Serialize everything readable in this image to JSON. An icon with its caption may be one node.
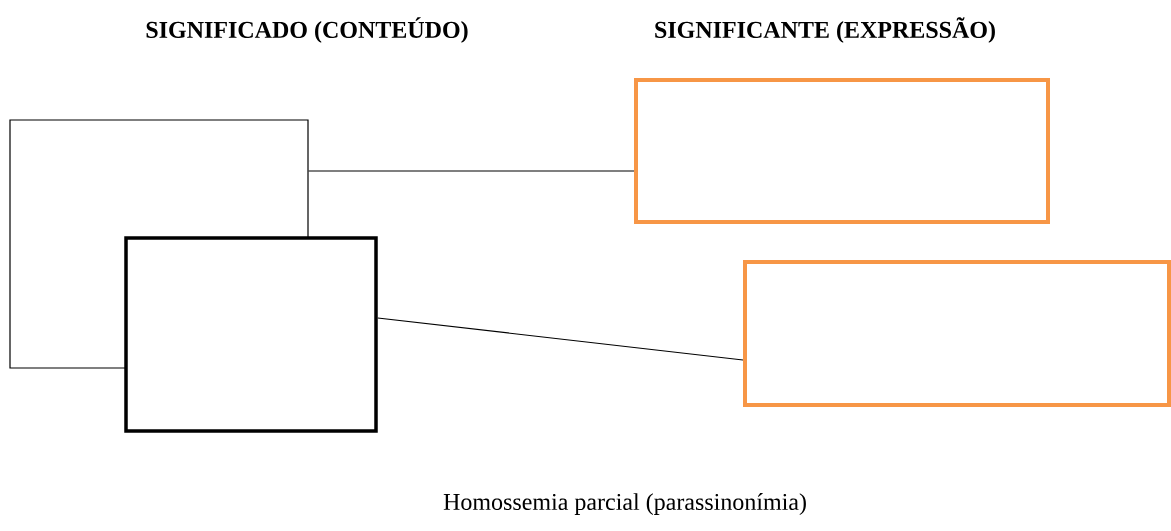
{
  "diagram": {
    "caption": "Homossemia parcial (parassinonímia)",
    "nodes": [
      {
        "text": [],
        "shape": "box"
      },
      {
        "text": [],
        "shape": "box"
      },
      {
        "text": [],
        "shape": "box"
      },
      {
        "text": [],
        "shape": "box"
      }
    ],
    "edges": [
      {
        "from": 0,
        "to": 2,
        "arrow": "none"
      },
      {
        "from": 1,
        "to": 3,
        "arrow": "none"
      }
    ],
    "labels": [
      "SIGNIFICADO (CONTEÚDO)",
      "SIGNIFICANTE (EXPRESSÃO)"
    ]
  }
}
